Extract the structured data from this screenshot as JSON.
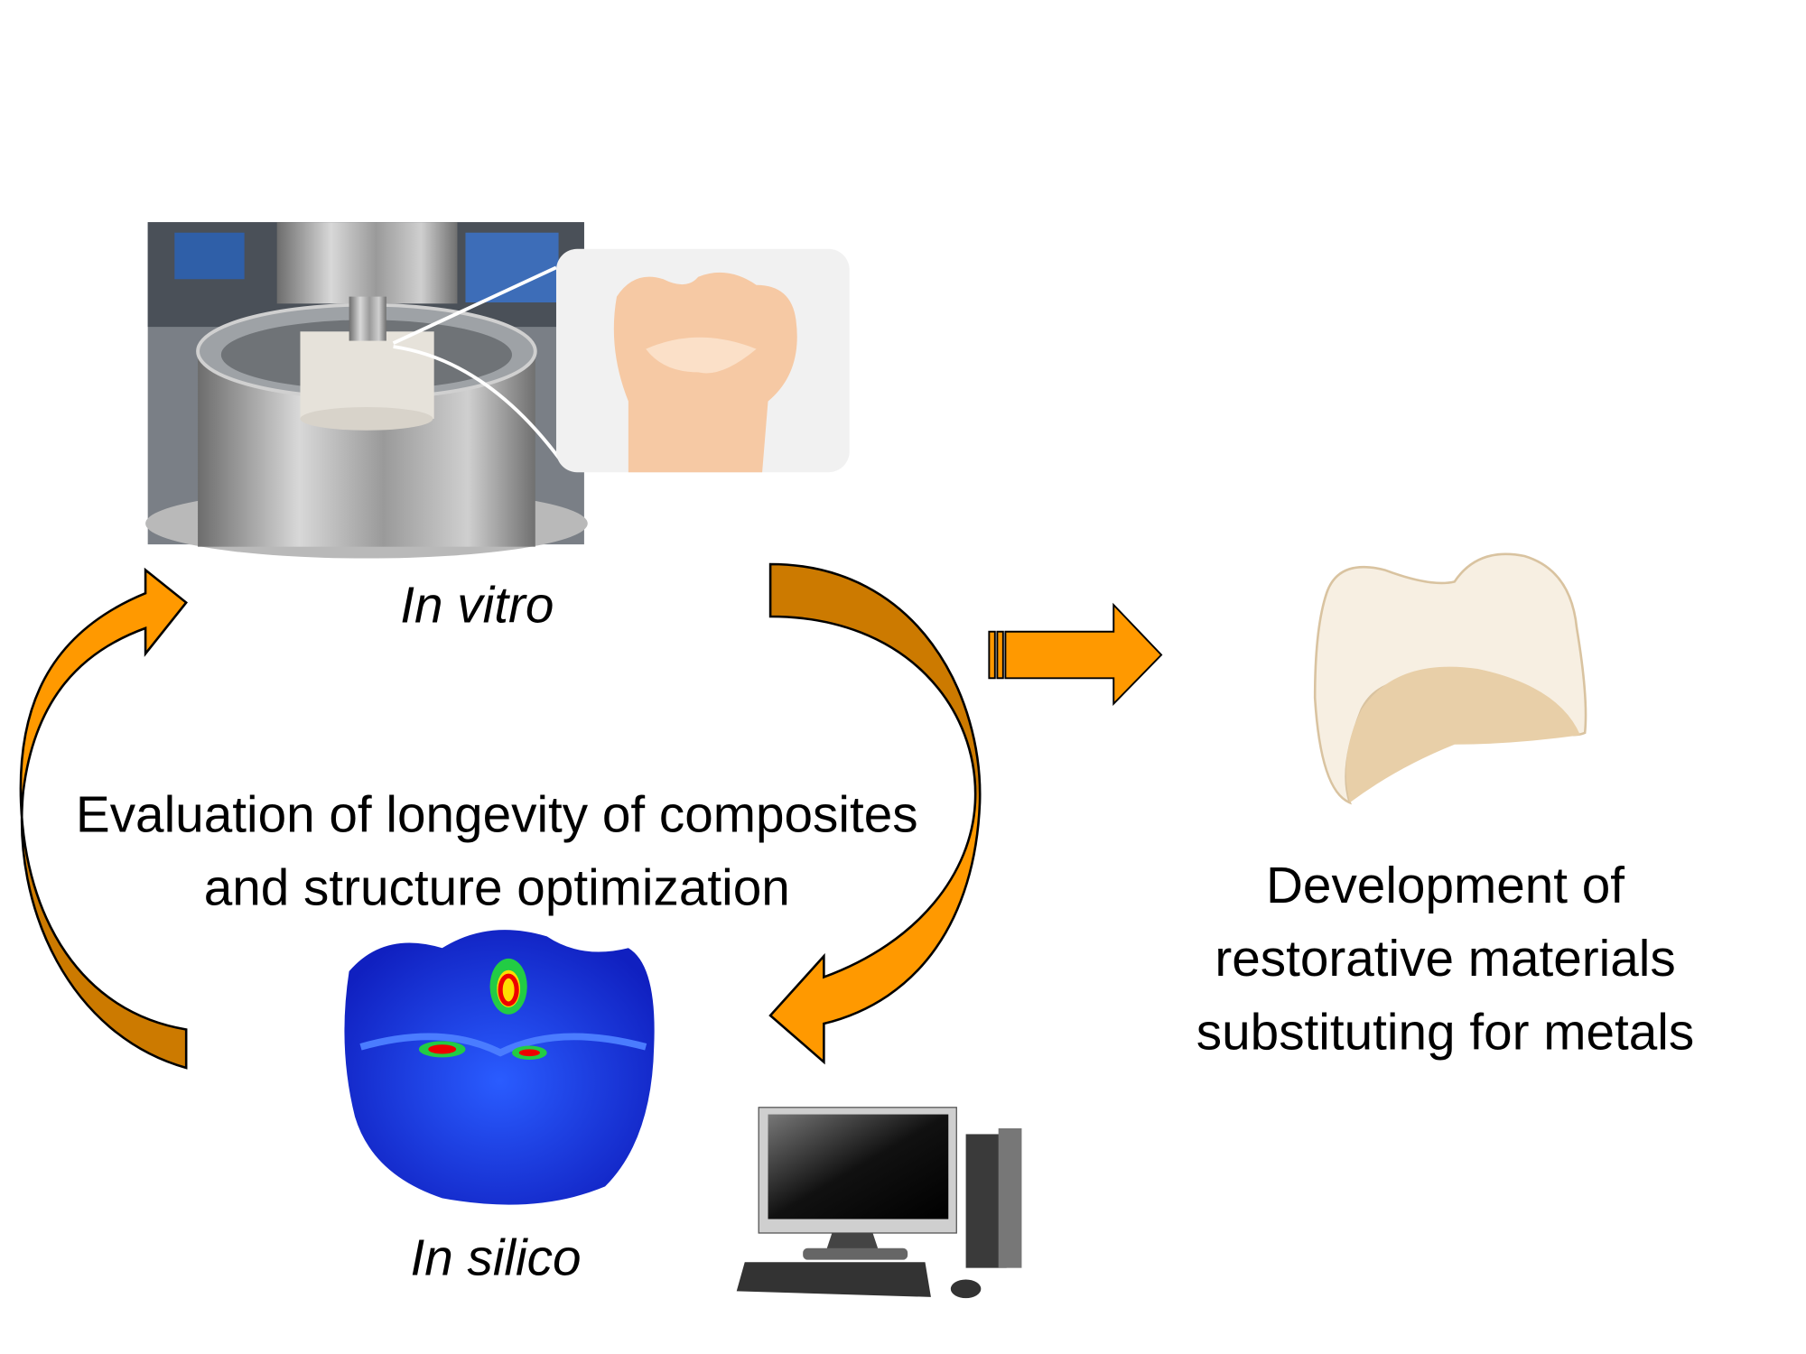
{
  "labels": {
    "in_vitro": "In vitro",
    "in_silico": "In silico",
    "center_line1": "Evaluation of longevity of composites",
    "center_line2": "and structure optimization",
    "right_line1": "Development of",
    "right_line2": "restorative materials",
    "right_line3": "substituting for metals"
  },
  "colors": {
    "arrow_light": "#FF9900",
    "arrow_dark": "#CC7A00",
    "fem_blue": "#1E3CE0"
  }
}
